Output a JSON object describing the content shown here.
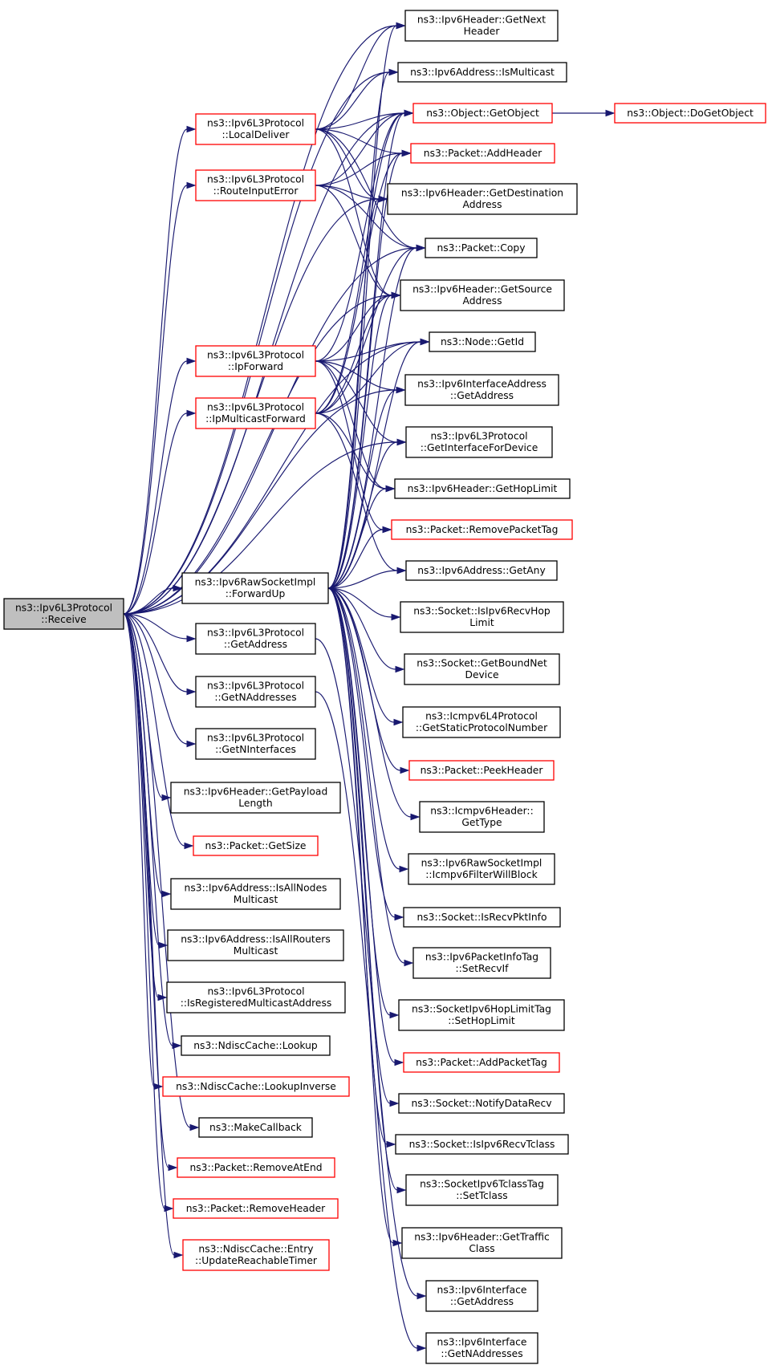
{
  "graph": {
    "edge_color": "#191970",
    "node_fill": "#ffffff",
    "root_fill": "#bfbfbf",
    "border_normal": "#000000",
    "border_undocumented": "#ff0000",
    "nodes": {
      "receive": {
        "lines": [
          "ns3::Ipv6L3Protocol",
          "::Receive"
        ],
        "style": "root"
      },
      "localdeliver": {
        "lines": [
          "ns3::Ipv6L3Protocol",
          "::LocalDeliver"
        ],
        "style": "red"
      },
      "routeinputerror": {
        "lines": [
          "ns3::Ipv6L3Protocol",
          "::RouteInputError"
        ],
        "style": "red"
      },
      "ipforward": {
        "lines": [
          "ns3::Ipv6L3Protocol",
          "::IpForward"
        ],
        "style": "red"
      },
      "ipmulticastforward": {
        "lines": [
          "ns3::Ipv6L3Protocol",
          "::IpMulticastForward"
        ],
        "style": "red"
      },
      "forwardup": {
        "lines": [
          "ns3::Ipv6RawSocketImpl",
          "::ForwardUp"
        ],
        "style": "black"
      },
      "getaddress_l3": {
        "lines": [
          "ns3::Ipv6L3Protocol",
          "::GetAddress"
        ],
        "style": "black"
      },
      "getnaddresses_l3": {
        "lines": [
          "ns3::Ipv6L3Protocol",
          "::GetNAddresses"
        ],
        "style": "black"
      },
      "getninterfaces": {
        "lines": [
          "ns3::Ipv6L3Protocol",
          "::GetNInterfaces"
        ],
        "style": "black"
      },
      "getpayloadlength": {
        "lines": [
          "ns3::Ipv6Header::GetPayload",
          "Length"
        ],
        "style": "black"
      },
      "getsize": {
        "lines": [
          "ns3::Packet::GetSize"
        ],
        "style": "red"
      },
      "isallnodesmulticast": {
        "lines": [
          "ns3::Ipv6Address::IsAllNodes",
          "Multicast"
        ],
        "style": "black"
      },
      "isallroutersmulticast": {
        "lines": [
          "ns3::Ipv6Address::IsAllRouters",
          "Multicast"
        ],
        "style": "black"
      },
      "isregisteredmulticast": {
        "lines": [
          "ns3::Ipv6L3Protocol",
          "::IsRegisteredMulticastAddress"
        ],
        "style": "black"
      },
      "ndisclookup": {
        "lines": [
          "ns3::NdiscCache::Lookup"
        ],
        "style": "black"
      },
      "ndisclookupinverse": {
        "lines": [
          "ns3::NdiscCache::LookupInverse"
        ],
        "style": "red"
      },
      "makecallback": {
        "lines": [
          "ns3::MakeCallback"
        ],
        "style": "black"
      },
      "removeatend": {
        "lines": [
          "ns3::Packet::RemoveAtEnd"
        ],
        "style": "red"
      },
      "removeheader": {
        "lines": [
          "ns3::Packet::RemoveHeader"
        ],
        "style": "red"
      },
      "updatereachable": {
        "lines": [
          "ns3::NdiscCache::Entry",
          "::UpdateReachableTimer"
        ],
        "style": "red"
      },
      "getnextheader": {
        "lines": [
          "ns3::Ipv6Header::GetNext",
          "Header"
        ],
        "style": "black"
      },
      "ismulticast": {
        "lines": [
          "ns3::Ipv6Address::IsMulticast"
        ],
        "style": "black"
      },
      "getobject": {
        "lines": [
          "ns3::Object::GetObject"
        ],
        "style": "red"
      },
      "dogetobject": {
        "lines": [
          "ns3::Object::DoGetObject"
        ],
        "style": "red"
      },
      "addheader": {
        "lines": [
          "ns3::Packet::AddHeader"
        ],
        "style": "red"
      },
      "getdestination": {
        "lines": [
          "ns3::Ipv6Header::GetDestination",
          "Address"
        ],
        "style": "black"
      },
      "copy": {
        "lines": [
          "ns3::Packet::Copy"
        ],
        "style": "black"
      },
      "getsource": {
        "lines": [
          "ns3::Ipv6Header::GetSource",
          "Address"
        ],
        "style": "black"
      },
      "getid": {
        "lines": [
          "ns3::Node::GetId"
        ],
        "style": "black"
      },
      "ifaddr_getaddress": {
        "lines": [
          "ns3::Ipv6InterfaceAddress",
          "::GetAddress"
        ],
        "style": "black"
      },
      "getinterfacefordevice": {
        "lines": [
          "ns3::Ipv6L3Protocol",
          "::GetInterfaceForDevice"
        ],
        "style": "black"
      },
      "gethoplimit": {
        "lines": [
          "ns3::Ipv6Header::GetHopLimit"
        ],
        "style": "black"
      },
      "removepackettag": {
        "lines": [
          "ns3::Packet::RemovePacketTag"
        ],
        "style": "red"
      },
      "getany": {
        "lines": [
          "ns3::Ipv6Address::GetAny"
        ],
        "style": "black"
      },
      "isipv6recvhoplimit": {
        "lines": [
          "ns3::Socket::IsIpv6RecvHop",
          "Limit"
        ],
        "style": "black"
      },
      "getboundnetdevice": {
        "lines": [
          "ns3::Socket::GetBoundNet",
          "Device"
        ],
        "style": "black"
      },
      "getstaticprotocolnumber": {
        "lines": [
          "ns3::Icmpv6L4Protocol",
          "::GetStaticProtocolNumber"
        ],
        "style": "black"
      },
      "peekheader": {
        "lines": [
          "ns3::Packet::PeekHeader"
        ],
        "style": "red"
      },
      "icmpgettype": {
        "lines": [
          "ns3::Icmpv6Header::",
          "GetType"
        ],
        "style": "black"
      },
      "icmpv6filterwillblock": {
        "lines": [
          "ns3::Ipv6RawSocketImpl",
          "::Icmpv6FilterWillBlock"
        ],
        "style": "black"
      },
      "isrecvpktinfo": {
        "lines": [
          "ns3::Socket::IsRecvPktInfo"
        ],
        "style": "black"
      },
      "setrecvif": {
        "lines": [
          "ns3::Ipv6PacketInfoTag",
          "::SetRecvIf"
        ],
        "style": "black"
      },
      "sethoplimit": {
        "lines": [
          "ns3::SocketIpv6HopLimitTag",
          "::SetHopLimit"
        ],
        "style": "black"
      },
      "addpackettag": {
        "lines": [
          "ns3::Packet::AddPacketTag"
        ],
        "style": "red"
      },
      "notifydatarecv": {
        "lines": [
          "ns3::Socket::NotifyDataRecv"
        ],
        "style": "black"
      },
      "isipv6recvtclass": {
        "lines": [
          "ns3::Socket::IsIpv6RecvTclass"
        ],
        "style": "black"
      },
      "settclass": {
        "lines": [
          "ns3::SocketIpv6TclassTag",
          "::SetTclass"
        ],
        "style": "black"
      },
      "gettrafficclass": {
        "lines": [
          "ns3::Ipv6Header::GetTraffic",
          "Class"
        ],
        "style": "black"
      },
      "iface_getaddress": {
        "lines": [
          "ns3::Ipv6Interface",
          "::GetAddress"
        ],
        "style": "black"
      },
      "iface_getnaddresses": {
        "lines": [
          "ns3::Ipv6Interface",
          "::GetNAddresses"
        ],
        "style": "black"
      }
    },
    "edges": [
      [
        "receive",
        "getnextheader"
      ],
      [
        "receive",
        "ismulticast"
      ],
      [
        "receive",
        "getobject"
      ],
      [
        "receive",
        "localdeliver"
      ],
      [
        "receive",
        "routeinputerror"
      ],
      [
        "receive",
        "getdestination"
      ],
      [
        "receive",
        "copy"
      ],
      [
        "receive",
        "getsource"
      ],
      [
        "receive",
        "ipforward"
      ],
      [
        "receive",
        "ipmulticastforward"
      ],
      [
        "receive",
        "getid"
      ],
      [
        "receive",
        "ifaddr_getaddress"
      ],
      [
        "receive",
        "getinterfacefordevice"
      ],
      [
        "receive",
        "forwardup"
      ],
      [
        "receive",
        "getaddress_l3"
      ],
      [
        "receive",
        "getnaddresses_l3"
      ],
      [
        "receive",
        "getninterfaces"
      ],
      [
        "receive",
        "getpayloadlength"
      ],
      [
        "receive",
        "getsize"
      ],
      [
        "receive",
        "isallnodesmulticast"
      ],
      [
        "receive",
        "isallroutersmulticast"
      ],
      [
        "receive",
        "isregisteredmulticast"
      ],
      [
        "receive",
        "ndisclookup"
      ],
      [
        "receive",
        "ndisclookupinverse"
      ],
      [
        "receive",
        "makecallback"
      ],
      [
        "receive",
        "removeatend"
      ],
      [
        "receive",
        "removeheader"
      ],
      [
        "receive",
        "updatereachable"
      ],
      [
        "localdeliver",
        "getnextheader"
      ],
      [
        "localdeliver",
        "ismulticast"
      ],
      [
        "localdeliver",
        "getobject"
      ],
      [
        "localdeliver",
        "addheader"
      ],
      [
        "localdeliver",
        "getdestination"
      ],
      [
        "localdeliver",
        "copy"
      ],
      [
        "localdeliver",
        "getsource"
      ],
      [
        "routeinputerror",
        "getobject"
      ],
      [
        "routeinputerror",
        "addheader"
      ],
      [
        "routeinputerror",
        "getdestination"
      ],
      [
        "routeinputerror",
        "copy"
      ],
      [
        "routeinputerror",
        "getsource"
      ],
      [
        "ipforward",
        "getobject"
      ],
      [
        "ipforward",
        "getsource"
      ],
      [
        "ipforward",
        "getid"
      ],
      [
        "ipforward",
        "ifaddr_getaddress"
      ],
      [
        "ipforward",
        "getinterfacefordevice"
      ],
      [
        "ipforward",
        "gethoplimit"
      ],
      [
        "ipforward",
        "removepackettag"
      ],
      [
        "ipmulticastforward",
        "getobject"
      ],
      [
        "ipmulticastforward",
        "addheader"
      ],
      [
        "ipmulticastforward",
        "copy"
      ],
      [
        "ipmulticastforward",
        "getsource"
      ],
      [
        "ipmulticastforward",
        "getid"
      ],
      [
        "ipmulticastforward",
        "gethoplimit"
      ],
      [
        "ipmulticastforward",
        "getany"
      ],
      [
        "forwardup",
        "getnextheader"
      ],
      [
        "forwardup",
        "ismulticast"
      ],
      [
        "forwardup",
        "getobject"
      ],
      [
        "forwardup",
        "addheader"
      ],
      [
        "forwardup",
        "getdestination"
      ],
      [
        "forwardup",
        "copy"
      ],
      [
        "forwardup",
        "getsource"
      ],
      [
        "forwardup",
        "getid"
      ],
      [
        "forwardup",
        "ifaddr_getaddress"
      ],
      [
        "forwardup",
        "getinterfacefordevice"
      ],
      [
        "forwardup",
        "gethoplimit"
      ],
      [
        "forwardup",
        "removepackettag"
      ],
      [
        "forwardup",
        "getany"
      ],
      [
        "forwardup",
        "isipv6recvhoplimit"
      ],
      [
        "forwardup",
        "getboundnetdevice"
      ],
      [
        "forwardup",
        "getstaticprotocolnumber"
      ],
      [
        "forwardup",
        "peekheader"
      ],
      [
        "forwardup",
        "icmpgettype"
      ],
      [
        "forwardup",
        "icmpv6filterwillblock"
      ],
      [
        "forwardup",
        "isrecvpktinfo"
      ],
      [
        "forwardup",
        "setrecvif"
      ],
      [
        "forwardup",
        "sethoplimit"
      ],
      [
        "forwardup",
        "addpackettag"
      ],
      [
        "forwardup",
        "notifydatarecv"
      ],
      [
        "forwardup",
        "isipv6recvtclass"
      ],
      [
        "forwardup",
        "settclass"
      ],
      [
        "forwardup",
        "gettrafficclass"
      ],
      [
        "getobject",
        "dogetobject"
      ],
      [
        "getaddress_l3",
        "iface_getaddress"
      ],
      [
        "getnaddresses_l3",
        "iface_getnaddresses"
      ]
    ]
  }
}
